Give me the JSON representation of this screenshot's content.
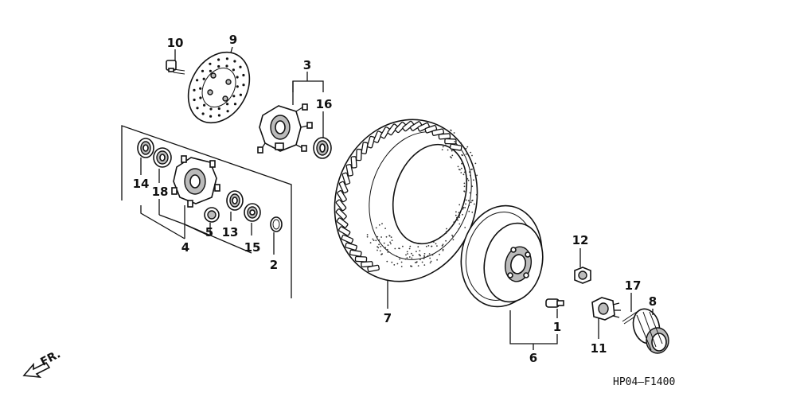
{
  "diagram": {
    "figure_code": "HP04—F1400",
    "direction_label": "FR.",
    "parts": [
      {
        "number": "10",
        "part": "disc-bolt"
      },
      {
        "number": "9",
        "part": "brake-disc"
      },
      {
        "number": "3",
        "part": "hub-assembly"
      },
      {
        "number": "16",
        "part": "hub-bearing"
      },
      {
        "number": "14",
        "part": "bearing-left"
      },
      {
        "number": "18",
        "part": "bearing-inner"
      },
      {
        "number": "4",
        "part": "wheel-hub"
      },
      {
        "number": "5",
        "part": "spacer-collar"
      },
      {
        "number": "13",
        "part": "bearing-right"
      },
      {
        "number": "15",
        "part": "bearing-outer"
      },
      {
        "number": "2",
        "part": "dust-seal"
      },
      {
        "number": "7",
        "part": "tire"
      },
      {
        "number": "12",
        "part": "wheel-nut"
      },
      {
        "number": "17",
        "part": "cotter-pin"
      },
      {
        "number": "8",
        "part": "hub-cap"
      },
      {
        "number": "1",
        "part": "valve-stem"
      },
      {
        "number": "11",
        "part": "castle-nut"
      },
      {
        "number": "6",
        "part": "wheel-rim"
      }
    ]
  }
}
